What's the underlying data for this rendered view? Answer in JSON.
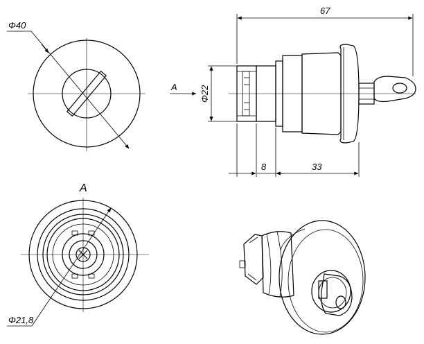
{
  "dimensions": {
    "outer_diameter": "Φ40",
    "thread_diameter": "Φ22",
    "overall_length": "67",
    "body_length": "33",
    "flange_length": "8",
    "rear_diameter": "Φ21,8"
  },
  "view_labels": {
    "arrow_a": "A",
    "view_a_title": "A"
  },
  "colors": {
    "line": "#000000",
    "background": "#ffffff"
  }
}
